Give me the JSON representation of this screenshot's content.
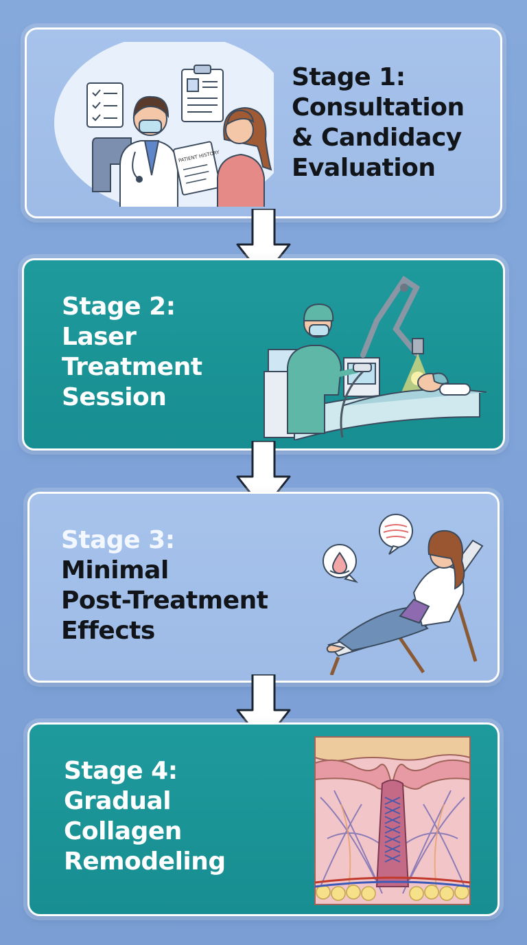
{
  "stages": [
    {
      "label": "Stage 1:",
      "lines": [
        "Consultation",
        "& Candidacy",
        "Evaluation"
      ],
      "illustration": "doctor-consultation-illustration",
      "clipboard_text": "PATIENT HISTORY"
    },
    {
      "label": "Stage 2:",
      "lines": [
        "Laser",
        "Treatment",
        "Session"
      ],
      "illustration": "laser-treatment-illustration"
    },
    {
      "label": "Stage 3:",
      "lines": [
        "Minimal",
        "Post-Treatment",
        "Effects"
      ],
      "illustration": "recovery-lounge-illustration"
    },
    {
      "label": "Stage 4:",
      "lines": [
        "Gradual",
        "Collagen",
        "Remodeling"
      ],
      "illustration": "skin-cross-section-illustration"
    }
  ],
  "colors": {
    "background": "#7fa3d8",
    "light_card": "#a7c3ec",
    "teal_card": "#1a9396",
    "arrow": "#ffffff"
  }
}
